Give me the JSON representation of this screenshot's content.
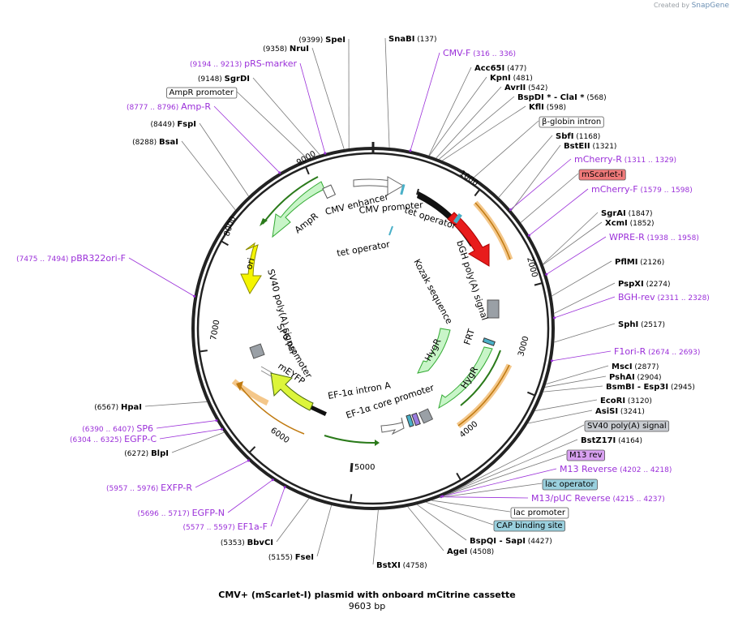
{
  "credit": {
    "created_by": "Created by",
    "brand": "SnapGene"
  },
  "title": "CMV+ (mScarlet-I) plasmid with onboard mCitrine cassette",
  "size_label": "9603 bp",
  "colors": {
    "feature_purple": "#9b30d9",
    "leader": "#777777",
    "backbone": "#222222"
  },
  "ring": {
    "tick_labels": [
      "1000",
      "2000",
      "3000",
      "4000",
      "5000",
      "6000",
      "7000",
      "8000",
      "9000"
    ]
  },
  "inner_label": "5000",
  "labels": {
    "l1": {
      "name": "SpeI",
      "pos": "(9399)"
    },
    "l2": {
      "name": "NruI",
      "pos": "(9358)"
    },
    "l3": {
      "name": "pRS-marker",
      "pos": "(9194 .. 9213)"
    },
    "l4": {
      "name": "SgrDI",
      "pos": "(9148)"
    },
    "l5": {
      "name": "AmpR promoter"
    },
    "l6": {
      "name": "Amp-R",
      "pos": "(8777 .. 8796)"
    },
    "l7": {
      "name": "FspI",
      "pos": "(8449)"
    },
    "l8": {
      "name": "BsaI",
      "pos": "(8288)"
    },
    "l9": {
      "name": "pBR322ori-F",
      "pos": "(7475 .. 7494)"
    },
    "l10": {
      "name": "HpaI",
      "pos": "(6567)"
    },
    "l11": {
      "name": "SP6",
      "pos": "(6390 .. 6407)"
    },
    "l12": {
      "name": "EGFP-C",
      "pos": "(6304 .. 6325)"
    },
    "l13": {
      "name": "BlpI",
      "pos": "(6272)"
    },
    "l14": {
      "name": "EXFP-R",
      "pos": "(5957 .. 5976)"
    },
    "l15": {
      "name": "EGFP-N",
      "pos": "(5696 .. 5717)"
    },
    "l16": {
      "name": "EF1a-F",
      "pos": "(5577 .. 5597)"
    },
    "l17": {
      "name": "BbvCI",
      "pos": "(5353)"
    },
    "l18": {
      "name": "FseI",
      "pos": "(5155)"
    },
    "l19": {
      "name": "BstXI",
      "pos": "(4758)"
    },
    "l20": {
      "name": "AgeI",
      "pos": "(4508)"
    },
    "l21": {
      "name": "BspQI",
      "sep": "- SapI",
      "pos": "(4427)"
    },
    "l22": {
      "name": "CAP binding site"
    },
    "l23": {
      "name": "lac promoter"
    },
    "l24": {
      "name": "M13/pUC Reverse",
      "pos": "(4215 .. 4237)"
    },
    "l25": {
      "name": "lac operator"
    },
    "l26": {
      "name": "M13 Reverse",
      "pos": "(4202 .. 4218)"
    },
    "l27": {
      "name": "M13 rev"
    },
    "l28": {
      "name": "BstZ17I",
      "pos": "(4164)"
    },
    "l29": {
      "name": "SV40 poly(A) signal"
    },
    "l30": {
      "name": "AsiSI",
      "pos": "(3241)"
    },
    "l31": {
      "name": "EcoRI",
      "pos": "(3120)"
    },
    "l32": {
      "name": "BsmBI",
      "sep": "- Esp3I",
      "pos": "(2945)"
    },
    "l33": {
      "name": "PshAI",
      "pos": "(2904)"
    },
    "l34": {
      "name": "MscI",
      "pos": "(2877)"
    },
    "l35": {
      "name": "F1ori-R",
      "pos": "(2674 .. 2693)"
    },
    "l36": {
      "name": "SphI",
      "pos": "(2517)"
    },
    "l37": {
      "name": "BGH-rev",
      "pos": "(2311 .. 2328)"
    },
    "l38": {
      "name": "PspXI",
      "pos": "(2274)"
    },
    "l39": {
      "name": "PflMI",
      "pos": "(2126)"
    },
    "l40": {
      "name": "WPRE-R",
      "pos": "(1938 .. 1958)"
    },
    "l41": {
      "name": "XcmI",
      "pos": "(1852)"
    },
    "l42": {
      "name": "SgrAI",
      "pos": "(1847)"
    },
    "l43": {
      "name": "mCherry-F",
      "pos": "(1579 .. 1598)"
    },
    "l44": {
      "name": "mScarlet-I"
    },
    "l45": {
      "name": "mCherry-R",
      "pos": "(1311 .. 1329)"
    },
    "l46": {
      "name": "BstEII",
      "pos": "(1321)"
    },
    "l47": {
      "name": "SbfI",
      "pos": "(1168)"
    },
    "l48": {
      "name": "β-globin intron"
    },
    "l49": {
      "name": "KflI",
      "pos": "(598)"
    },
    "l50": {
      "name": "BspDI *",
      "sep": "- ClaI *",
      "pos": "(568)"
    },
    "l51": {
      "name": "AvrII",
      "pos": "(542)"
    },
    "l52": {
      "name": "KpnI",
      "pos": "(481)"
    },
    "l53": {
      "name": "Acc65I",
      "pos": "(477)"
    },
    "l54": {
      "name": "CMV-F",
      "pos": "(316 .. 336)"
    },
    "l55": {
      "name": "SnaBI",
      "pos": "(137)"
    }
  },
  "features": {
    "tet_operator_1": "tet operator",
    "cmv_enhancer": "CMV enhancer",
    "cmv_promoter": "CMV promoter",
    "tet_operator_2": "tet operator",
    "ampr": "AmpR",
    "ori": "ori",
    "sv40_polya": "SV40 poly(A) signal",
    "sp6_promoter": "SP6 promoter",
    "meyfp": "mEYFP",
    "ef1a_intron": "EF-1α intron A",
    "ef1a_core": "EF-1α core promoter",
    "kozak": "Kozak sequence",
    "bgh_polya": "bGH poly(A) signal",
    "frt": "FRT",
    "hygr_1": "HygR",
    "hygr_2": "HygR"
  }
}
